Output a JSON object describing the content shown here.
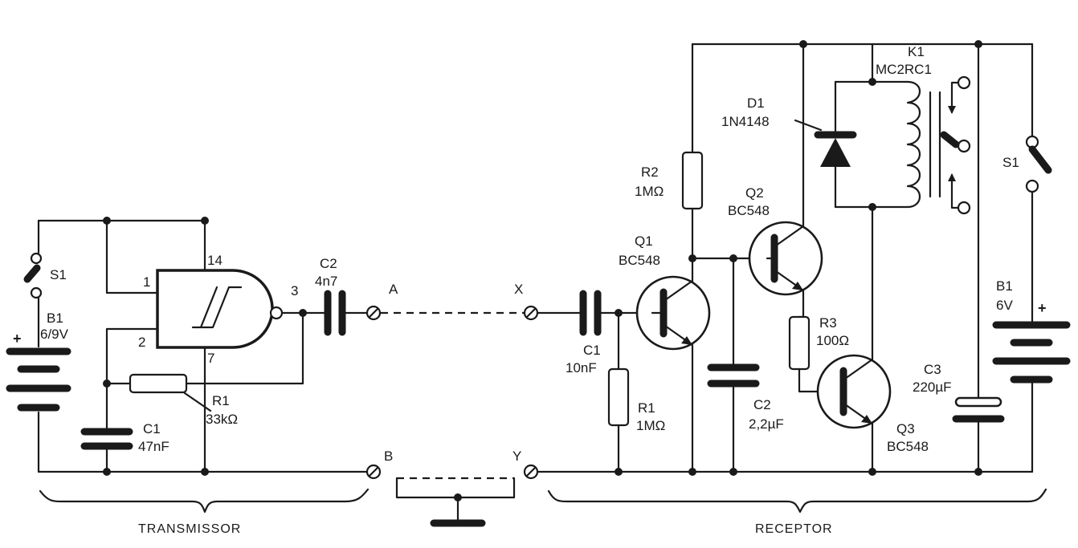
{
  "transmitter": {
    "section_label": "TRANSMISSOR",
    "switch": "S1",
    "battery": {
      "name": "B1",
      "value": "6/9V",
      "plus": "+"
    },
    "gate": {
      "pin1": "1",
      "pin2": "2",
      "pin3": "3",
      "pin7": "7",
      "pin14": "14"
    },
    "c2": {
      "name": "C2",
      "value": "4n7"
    },
    "r1": {
      "name": "R1",
      "value": "33kΩ"
    },
    "c1": {
      "name": "C1",
      "value": "47nF"
    }
  },
  "line": {
    "a": "A",
    "b": "B",
    "x": "X",
    "y": "Y"
  },
  "receiver": {
    "section_label": "RECEPTOR",
    "c1": {
      "name": "C1",
      "value": "10nF"
    },
    "r1": {
      "name": "R1",
      "value": "1MΩ"
    },
    "r2": {
      "name": "R2",
      "value": "1MΩ"
    },
    "q1": {
      "name": "Q1",
      "value": "BC548"
    },
    "q2": {
      "name": "Q2",
      "value": "BC548"
    },
    "q3": {
      "name": "Q3",
      "value": "BC548"
    },
    "c2": {
      "name": "C2",
      "value": "2,2µF"
    },
    "r3": {
      "name": "R3",
      "value": "100Ω"
    },
    "d1": {
      "name": "D1",
      "value": "1N4148"
    },
    "k1": {
      "name": "K1",
      "value": "MC2RC1"
    },
    "c3": {
      "name": "C3",
      "value": "220µF"
    },
    "switch": "S1",
    "battery": {
      "name": "B1",
      "value": "6V",
      "plus": "+"
    }
  }
}
